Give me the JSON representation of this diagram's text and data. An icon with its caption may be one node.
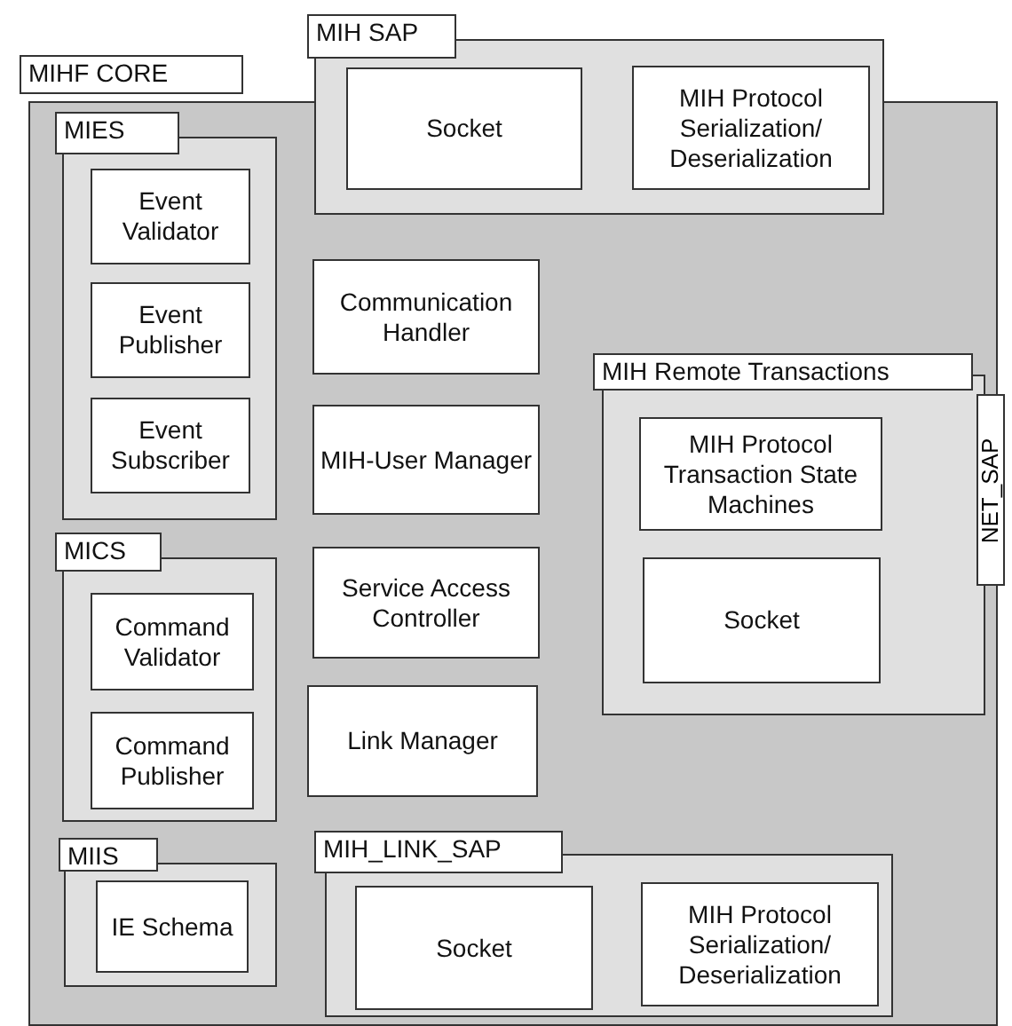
{
  "diagram": {
    "nodes": [
      {
        "text": [
          "MIHF CORE"
        ]
      },
      {
        "text": [
          "MIES"
        ],
        "in": 0
      },
      {
        "text": [
          "Event Validator"
        ],
        "in": 1
      },
      {
        "text": [
          "Event Publisher"
        ],
        "in": 1
      },
      {
        "text": [
          "Event Subscriber"
        ],
        "in": 1
      },
      {
        "text": [
          "MICS"
        ],
        "in": 0
      },
      {
        "text": [
          "Command Validator"
        ],
        "in": 5
      },
      {
        "text": [
          "Command Publisher"
        ],
        "in": 5
      },
      {
        "text": [
          "MIIS"
        ],
        "in": 0
      },
      {
        "text": [
          "IE Schema"
        ],
        "in": 8
      },
      {
        "text": [
          "Communication Handler"
        ],
        "in": 0
      },
      {
        "text": [
          "MIH-User Manager"
        ],
        "in": 0
      },
      {
        "text": [
          "Service Access Controller"
        ],
        "in": 0
      },
      {
        "text": [
          "Link Manager"
        ],
        "in": 0
      },
      {
        "text": [
          "MIH_LINK_SAP"
        ],
        "in": 0
      },
      {
        "text": [
          "Socket"
        ],
        "in": 14
      },
      {
        "text": [
          "MIH Protocol Serialization/ Deserialization"
        ],
        "in": 14
      },
      {
        "text": [
          "MIH SAP"
        ]
      },
      {
        "text": [
          "Socket"
        ],
        "in": 17
      },
      {
        "text": [
          "MIH Protocol Serialization/ Deserialization"
        ],
        "in": 17
      },
      {
        "text": [
          "MIH Remote Transactions"
        ],
        "in": 0
      },
      {
        "text": [
          "MIH Protocol Transaction State Machines"
        ],
        "in": 20
      },
      {
        "text": [
          "Socket"
        ],
        "in": 20
      },
      {
        "text": [
          "NET_SAP"
        ]
      }
    ]
  }
}
